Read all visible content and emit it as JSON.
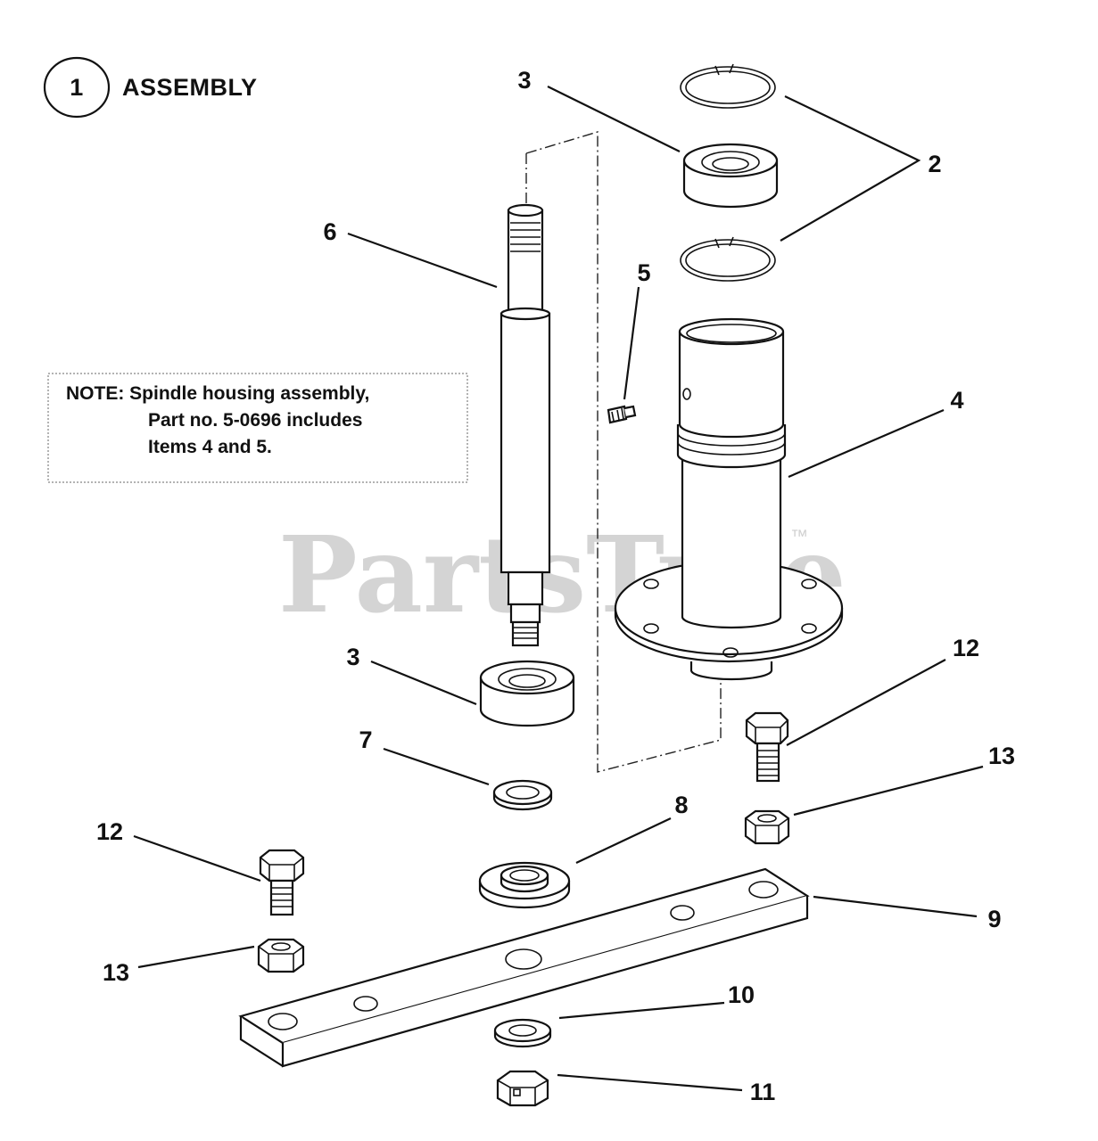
{
  "header": {
    "circle_number": "1",
    "title": "ASSEMBLY"
  },
  "note": {
    "line1": "NOTE: Spindle housing assembly,",
    "line2": "Part no. 5-0696 includes",
    "line3": "Items 4 and 5."
  },
  "watermark": {
    "text": "PartsTree",
    "trademark": "™"
  },
  "callouts": {
    "c2": "2",
    "c3_top": "3",
    "c3_bottom": "3",
    "c4": "4",
    "c5": "5",
    "c6": "6",
    "c7": "7",
    "c8": "8",
    "c9": "9",
    "c10": "10",
    "c11": "11",
    "c12_right": "12",
    "c12_left": "12",
    "c13_right": "13",
    "c13_left": "13"
  }
}
